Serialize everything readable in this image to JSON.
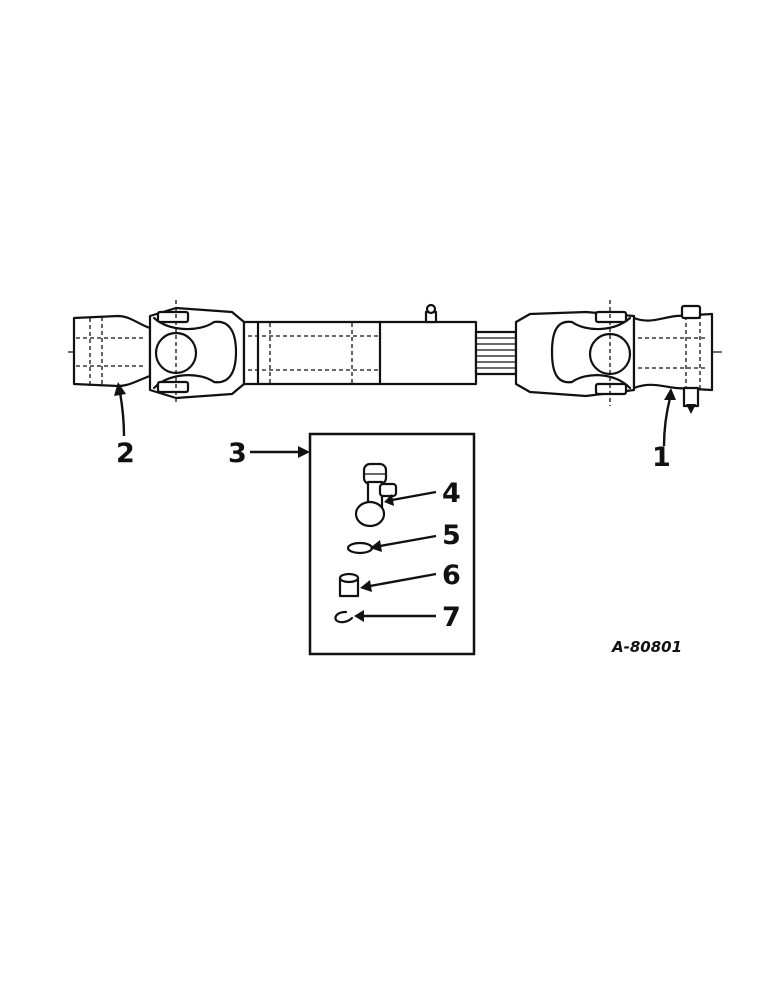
{
  "callouts": {
    "c1": "1",
    "c2": "2",
    "c3": "3",
    "c4": "4",
    "c5": "5",
    "c6": "6",
    "c7": "7"
  },
  "reference_code": "A-80801",
  "colors": {
    "ink": "#111111",
    "paper": "#ffffff"
  }
}
